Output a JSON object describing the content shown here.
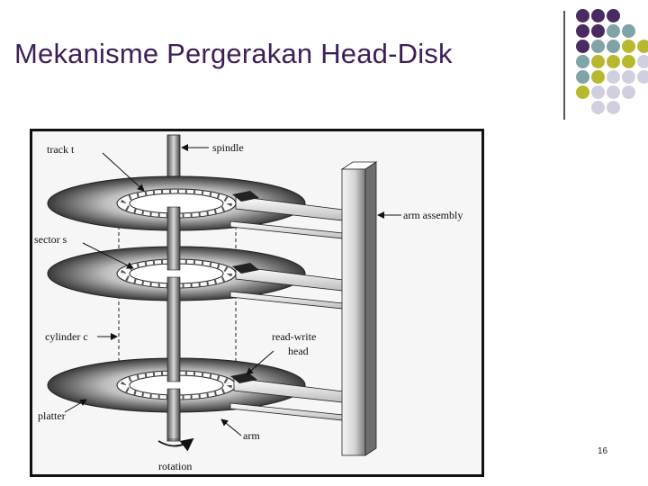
{
  "slide": {
    "title": "Mekanisme Pergerakan Head-Disk",
    "page_number": "16"
  },
  "figure": {
    "labels": {
      "track": "track t",
      "spindle": "spindle",
      "arm_assembly": "arm assembly",
      "sector": "sector s",
      "cylinder": "cylinder c",
      "read_write": "read-write",
      "head": "head",
      "platter": "platter",
      "arm": "arm",
      "rotation": "rotation"
    }
  },
  "colors": {
    "title": "#3d1f58",
    "purple": "#4a2a63",
    "teal": "#7fa3a6",
    "olive": "#b8b82e",
    "lavender": "#cfcfe0"
  }
}
